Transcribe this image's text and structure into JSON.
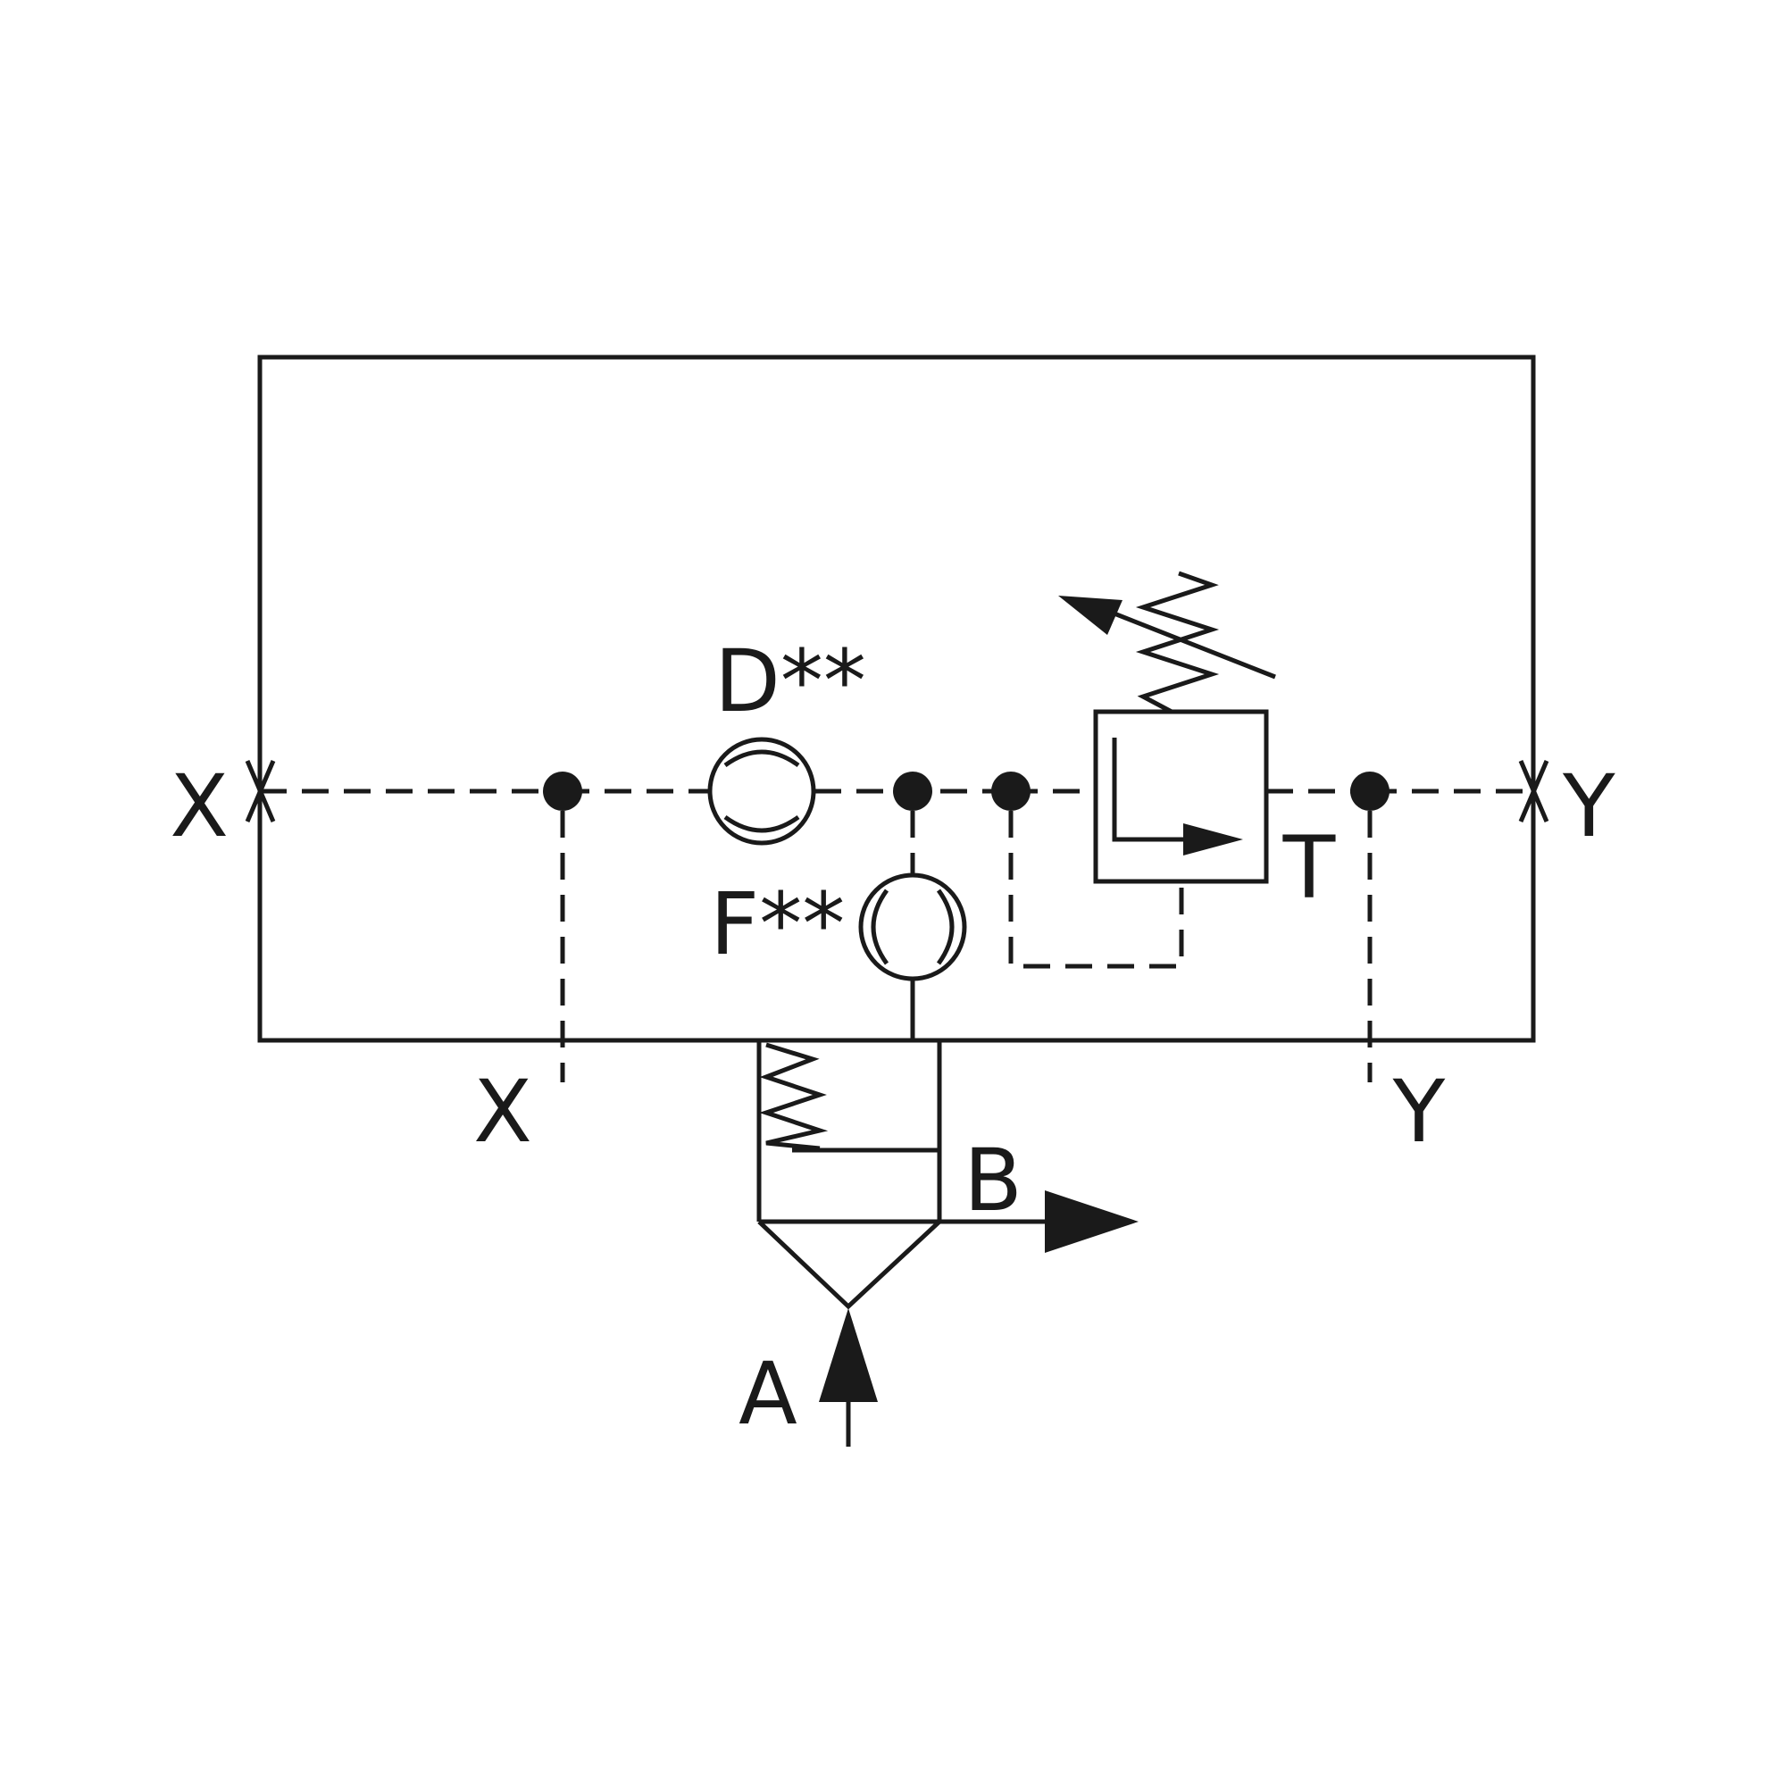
{
  "labels": {
    "port_x_left": "X",
    "port_y_right": "Y",
    "port_x_bottom": "X",
    "port_y_bottom": "Y",
    "orifice_d": "D**",
    "orifice_f": "F**",
    "port_t": "T",
    "port_a": "A",
    "port_b": "B"
  },
  "colors": {
    "line": "#1a1a1a",
    "background": "#ffffff"
  }
}
